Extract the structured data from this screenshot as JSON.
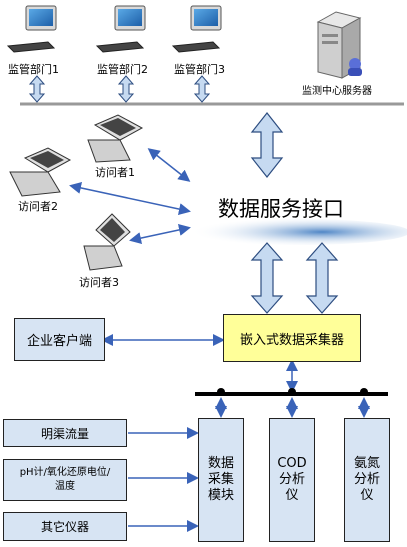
{
  "departments": [
    {
      "label": "监管部门1"
    },
    {
      "label": "监管部门2"
    },
    {
      "label": "监管部门3"
    }
  ],
  "server": {
    "label": "监测中心服务器"
  },
  "visitors": [
    {
      "label": "访问者1"
    },
    {
      "label": "访问者2"
    },
    {
      "label": "访问者3"
    }
  ],
  "data_interface": {
    "label": "数据服务接口"
  },
  "enterprise_client": {
    "label": "企业客户端"
  },
  "embedded_collector": {
    "label": "嵌入式数据采集器"
  },
  "inputs": [
    {
      "label": "明渠流量"
    },
    {
      "label": "pH计/氧化还原电位/\n温度"
    },
    {
      "label": "其它仪器"
    }
  ],
  "modules": [
    {
      "label": "数据\n采集\n模块"
    },
    {
      "label": "COD\n分析\n仪"
    },
    {
      "label": "氨氮\n分析\n仪"
    }
  ],
  "colors": {
    "box_fill": "#d7e4f3",
    "collector_fill": "#ffff99",
    "arrow_fill": "#c6daf1",
    "arrow_stroke": "#2d4d80",
    "connector": "#3a63b8"
  }
}
